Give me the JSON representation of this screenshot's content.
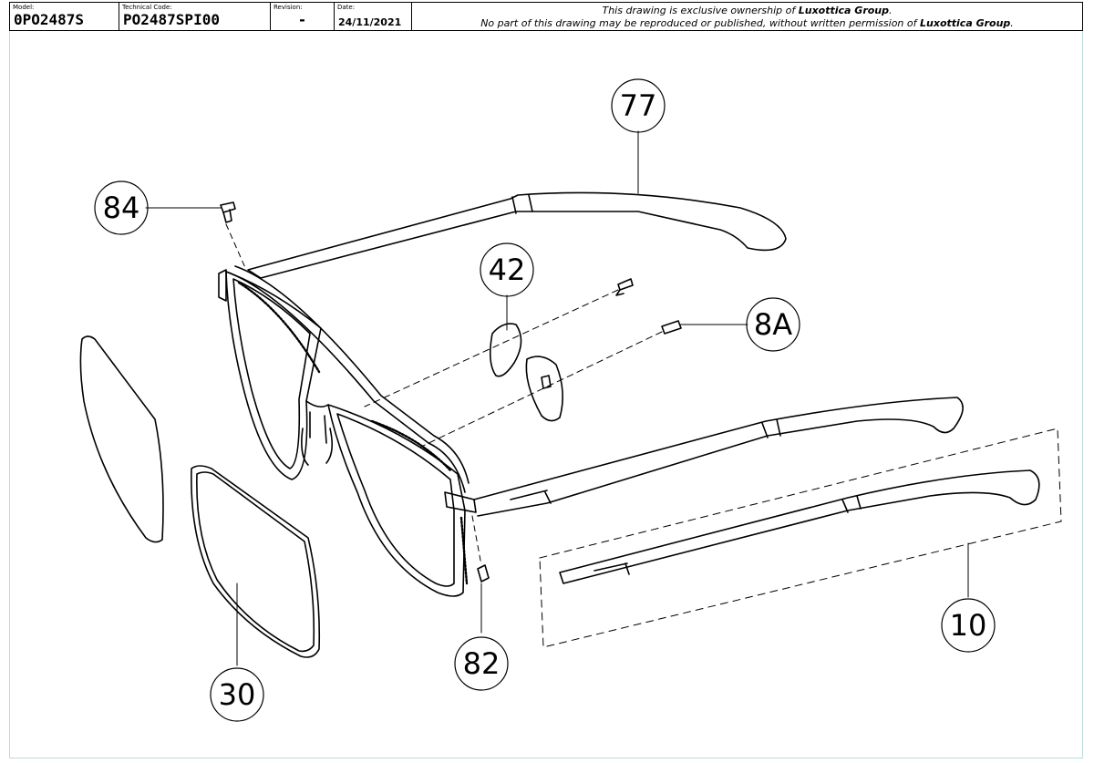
{
  "title_block": {
    "model_label": "Model:",
    "model_value": "0PO2487S",
    "tech_code_label": "Technical Code:",
    "tech_code_value": "PO2487SPI00",
    "revision_label": "Revision:",
    "revision_value": "-",
    "date_label": "Date:",
    "date_value": "24/11/2021",
    "notice_line1_pre": "This drawing is exclusive ownership of ",
    "notice_line1_owner": "Luxottica Group",
    "notice_line1_post": ".",
    "notice_line2_pre": "No part of this drawing may be reproduced or published, without written permission of ",
    "notice_line2_owner": "Luxottica Group",
    "notice_line2_post": "."
  },
  "callouts": {
    "temple_right": "77",
    "hinge_screw_top": "84",
    "nose_pad": "42",
    "pad_screw": "8A",
    "lens_demo": "30",
    "hinge_screw_bottom": "82",
    "temple_assembly": "10"
  },
  "colors": {
    "line": "#000000",
    "frame_border": "#b9dcdc"
  }
}
